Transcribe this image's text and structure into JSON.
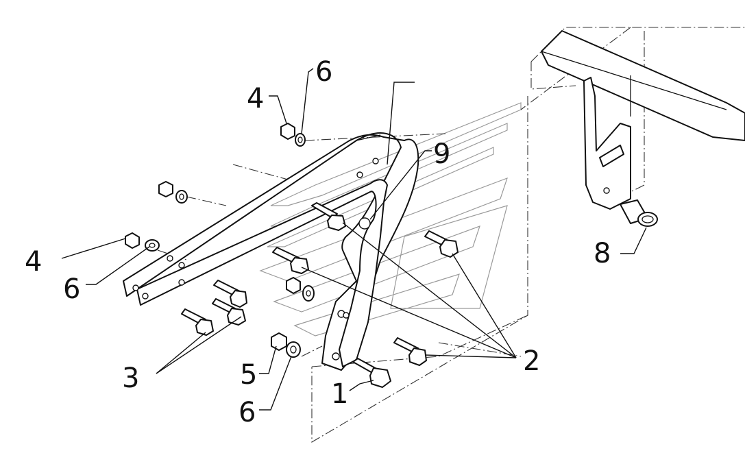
{
  "callouts": {
    "c1": "1",
    "c2": "2",
    "c3": "3",
    "c4a": "4",
    "c4b": "4",
    "c5": "5",
    "c6a": "6",
    "c6b": "6",
    "c6c": "6",
    "c8": "8",
    "c9": "9"
  }
}
